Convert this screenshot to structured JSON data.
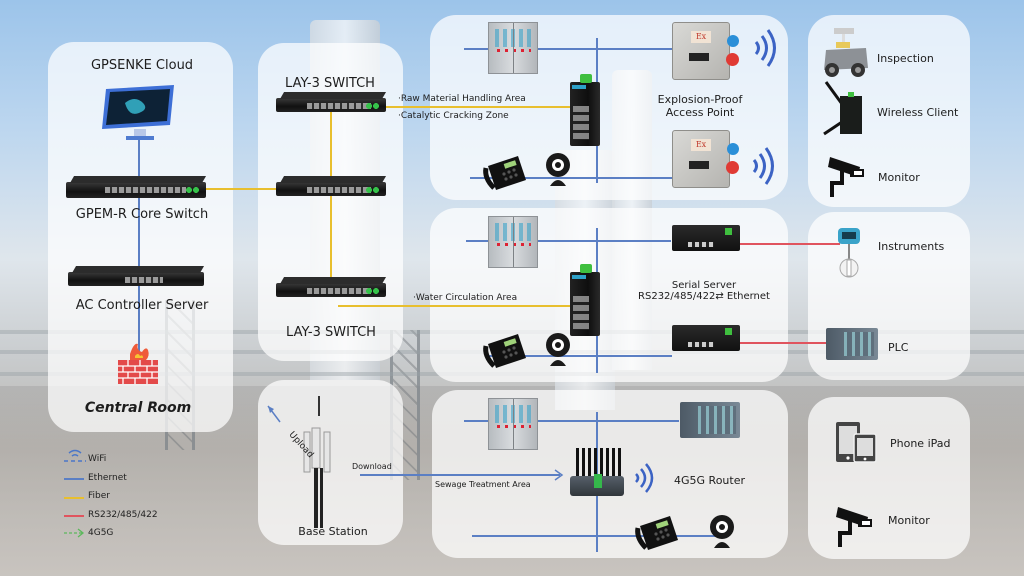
{
  "cloud_panel": {
    "title": "GPSENKE  Cloud",
    "core_switch": "GPEM-R Core Switch",
    "ac_server": "AC Controller Server",
    "room": "Central Room"
  },
  "switch_panel": {
    "top_switch": "LAY-3 SWITCH",
    "bottom_switch": "LAY-3 SWITCH"
  },
  "zones": {
    "raw_material": "·Raw Material Handling Area",
    "catalytic": "·Catalytic Cracking Zone",
    "water": "·Water Circulation Area",
    "sewage": "Sewage Treatment Area"
  },
  "area_top": {
    "ap_label_line1": "Explosion-Proof",
    "ap_label_line2": "Access Point",
    "ex_mark": "Ex"
  },
  "area_mid": {
    "serial_line1": "Serial Server",
    "serial_line2": "RS232/485/422⇄ Ethernet"
  },
  "area_bottom": {
    "router_label": "4G5G Router"
  },
  "base_station": {
    "upload": "Upload",
    "download": "Download",
    "label": "Base Station"
  },
  "endpoints_top": [
    {
      "label": "Inspection",
      "icon": "inspection-robot-icon"
    },
    {
      "label": "Wireless Client",
      "icon": "wireless-client-icon"
    },
    {
      "label": "Monitor",
      "icon": "cctv-camera-icon"
    }
  ],
  "endpoints_mid": [
    {
      "label": "Instruments",
      "icon": "flow-meter-icon"
    },
    {
      "label": "PLC",
      "icon": "plc-icon"
    }
  ],
  "endpoints_bottom": [
    {
      "label": "Phone iPad",
      "icon": "phone-tablet-icon"
    },
    {
      "label": "Monitor",
      "icon": "cctv-camera-icon"
    }
  ],
  "legend": [
    {
      "label": "WiFi",
      "style": "wifi",
      "color": "#4a76c8"
    },
    {
      "label": "Ethernet",
      "style": "solid",
      "color": "#5b7fc4"
    },
    {
      "label": "Fiber",
      "style": "solid",
      "color": "#e8bf2e"
    },
    {
      "label": "RS232/485/422",
      "style": "solid",
      "color": "#e0545e"
    },
    {
      "label": "4G5G",
      "style": "dashed-arrow",
      "color": "#5cb85c"
    }
  ]
}
